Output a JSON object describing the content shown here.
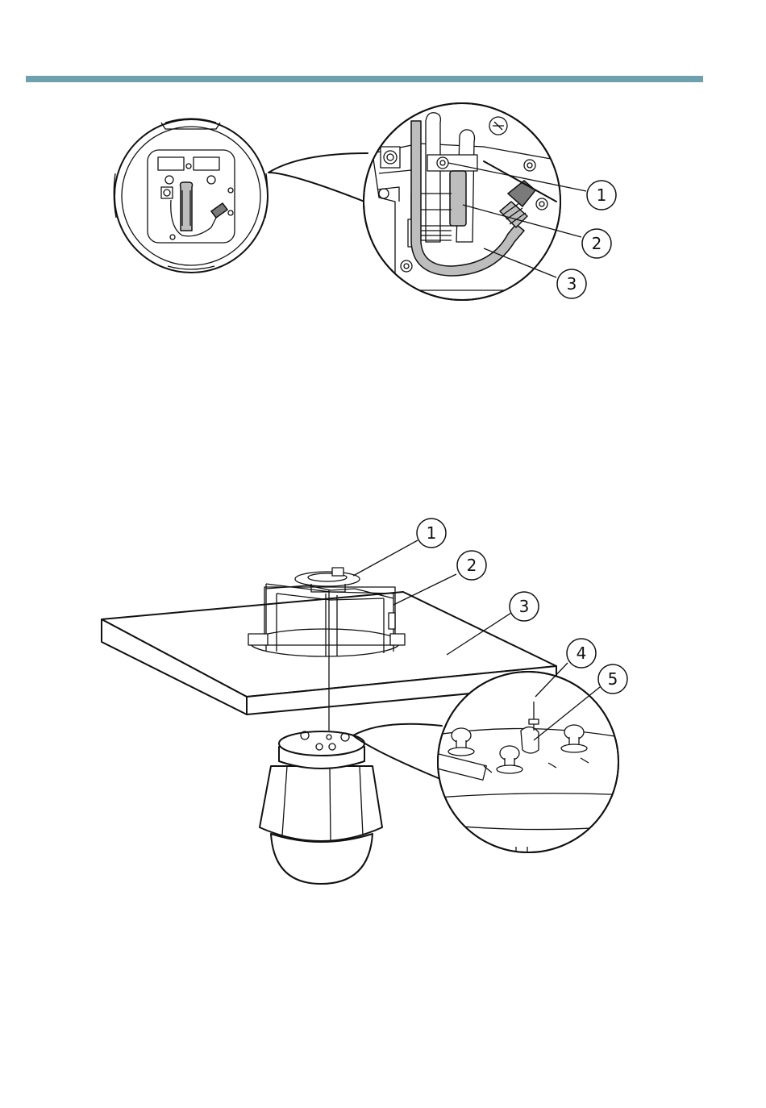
{
  "colors": {
    "header_rule": "#6fa0ae",
    "line": "#111111",
    "cable_grey": "#bdbdbd"
  },
  "figure1": {
    "callouts": [
      {
        "number": "1"
      },
      {
        "number": "2"
      },
      {
        "number": "3"
      }
    ]
  },
  "figure2": {
    "callouts": [
      {
        "number": "1"
      },
      {
        "number": "2"
      },
      {
        "number": "3"
      },
      {
        "number": "4"
      },
      {
        "number": "5"
      }
    ]
  }
}
